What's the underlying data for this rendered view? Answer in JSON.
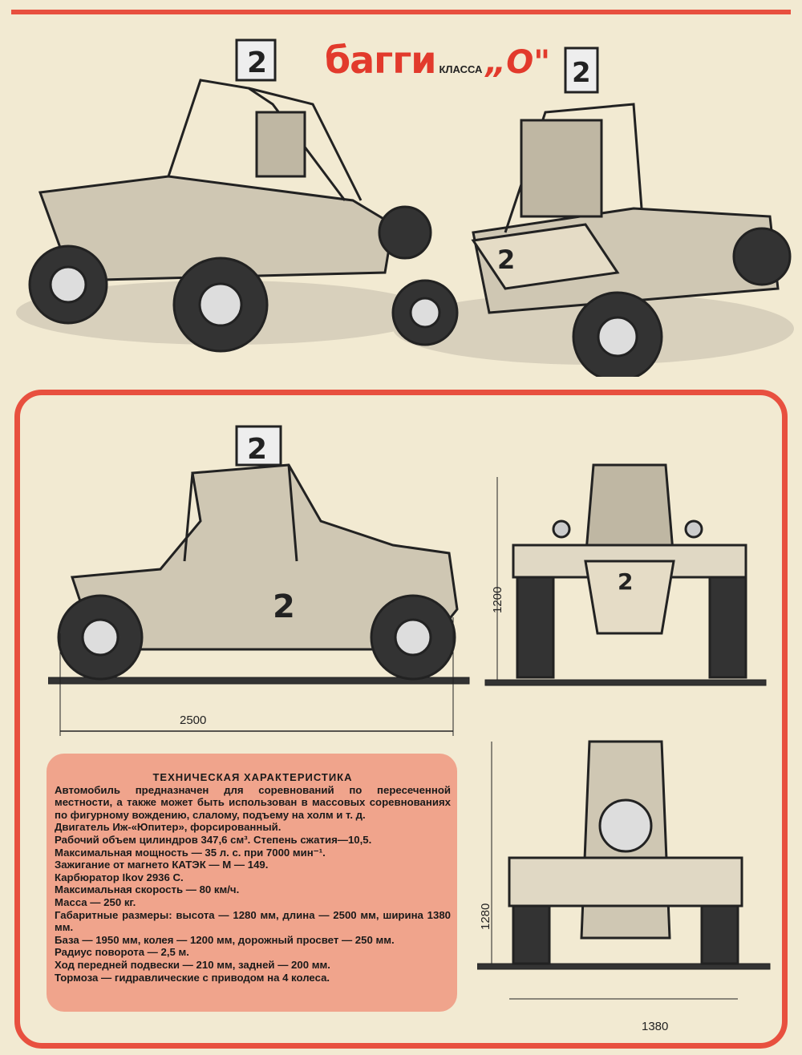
{
  "header": {
    "title_main": "багги",
    "title_class_word": "КЛАССА",
    "title_class": "„О\""
  },
  "race_number": "2",
  "dimensions": {
    "length": "2500",
    "track_height": "1200",
    "height": "1280",
    "width": "1380"
  },
  "spec": {
    "heading": "ТЕХНИЧЕСКАЯ ХАРАКТЕРИСТИКА",
    "lines": [
      "Автомобиль предназначен для соревнований по пересеченной местности, а также может быть использован в массовых соревнованиях по фигурному вождению, слалому, подъему на холм и т. д.",
      "Двигатель Иж-«Юпитер», форсированный.",
      "Рабочий объем цилиндров 347,6 см³. Степень сжатия—10,5.",
      "Максимальная мощность — 35 л. с. при 7000 мин⁻¹.",
      "Зажигание от магнето КАТЭК — М — 149.",
      "Карбюратор Ikov 2936 C.",
      "Максимальная скорость — 80 км/ч.",
      "Масса — 250 кг.",
      "Габаритные размеры: высота — 1280 мм, длина — 2500 мм, ширина 1380 мм.",
      "База — 1950 мм, колея — 1200 мм, дорожный просвет — 250 мм.",
      "Радиус поворота — 2,5 м.",
      "Ход передней подвески — 210 мм, задней — 200 мм.",
      "Тормоза — гидравлические с приводом на 4 колеса."
    ]
  },
  "colors": {
    "accent": "#e8503f",
    "paper": "#f2ead2",
    "spec_bg": "#f0a48c"
  }
}
